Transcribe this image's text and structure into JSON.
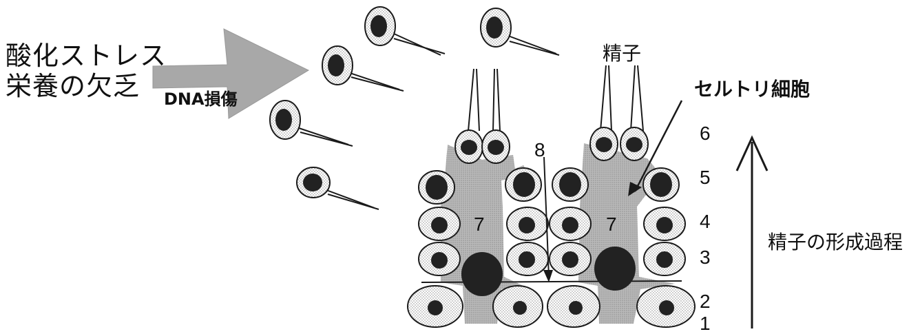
{
  "causes": {
    "line1": "酸化ストレス",
    "line2": "栄養の欠乏"
  },
  "arrow_label": "DNA損傷",
  "labels": {
    "sperm": "精子",
    "sertoli": "セルトリ細胞",
    "process": "精子の形成過程"
  },
  "stage_numbers": [
    "6",
    "5",
    "4",
    "3",
    "2",
    "1"
  ],
  "cell_labels": {
    "seven": "7",
    "eight": "8"
  },
  "colors": {
    "arrow": "#a8a8a8",
    "cytoplasm": "#c9c9c9",
    "nucleus": "#222222",
    "stroke": "#1a1a1a"
  }
}
